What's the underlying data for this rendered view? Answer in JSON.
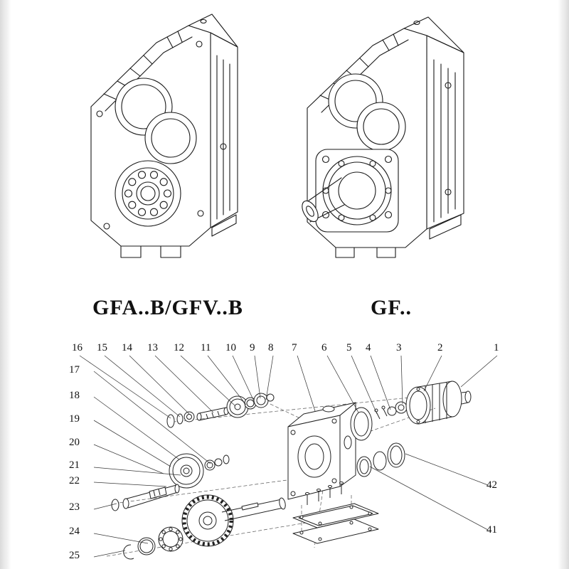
{
  "meta": {
    "paper_color": "#ffffff",
    "ink_color": "#1a1a1a",
    "leader_color": "#3a3a3a"
  },
  "figures": {
    "left": {
      "caption": "GFA..B/GFV..B"
    },
    "right": {
      "caption": "GF.."
    }
  },
  "exploded": {
    "top_row": [
      "16",
      "15",
      "14",
      "13",
      "12",
      "11",
      "10",
      "9",
      "8",
      "7",
      "6",
      "5",
      "4",
      "3",
      "2",
      "1"
    ],
    "left_col": [
      "17",
      "18",
      "19",
      "20",
      "21",
      "22",
      "23",
      "24",
      "25"
    ],
    "right_col": [
      "42",
      "41"
    ]
  }
}
